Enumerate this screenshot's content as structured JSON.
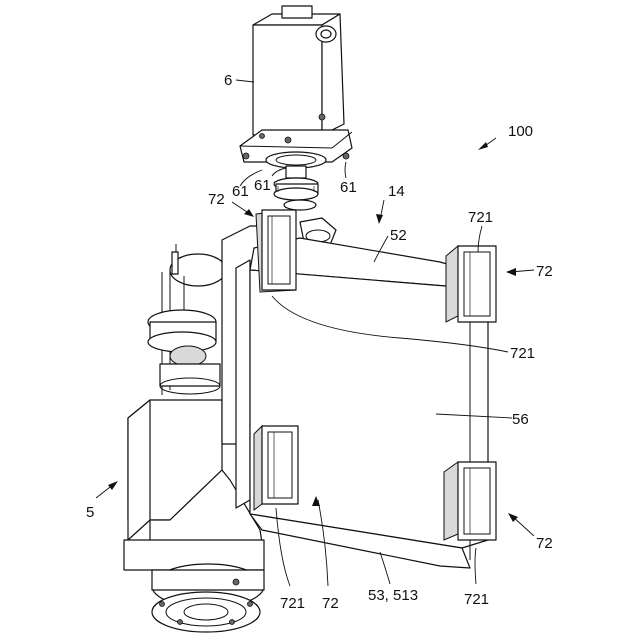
{
  "figure": {
    "labels": {
      "l100": "100",
      "l6": "6",
      "l61a": "61",
      "l61b": "61",
      "l61c": "61",
      "l72_top": "72",
      "l14": "14",
      "l52": "52",
      "l721_top": "721",
      "l72_right": "72",
      "l721_mid": "721",
      "l56": "56",
      "l5": "5",
      "l72_br": "72",
      "l721_bl": "721",
      "l72_bot": "72",
      "l53": "53, 513",
      "l721_br": "721"
    }
  }
}
